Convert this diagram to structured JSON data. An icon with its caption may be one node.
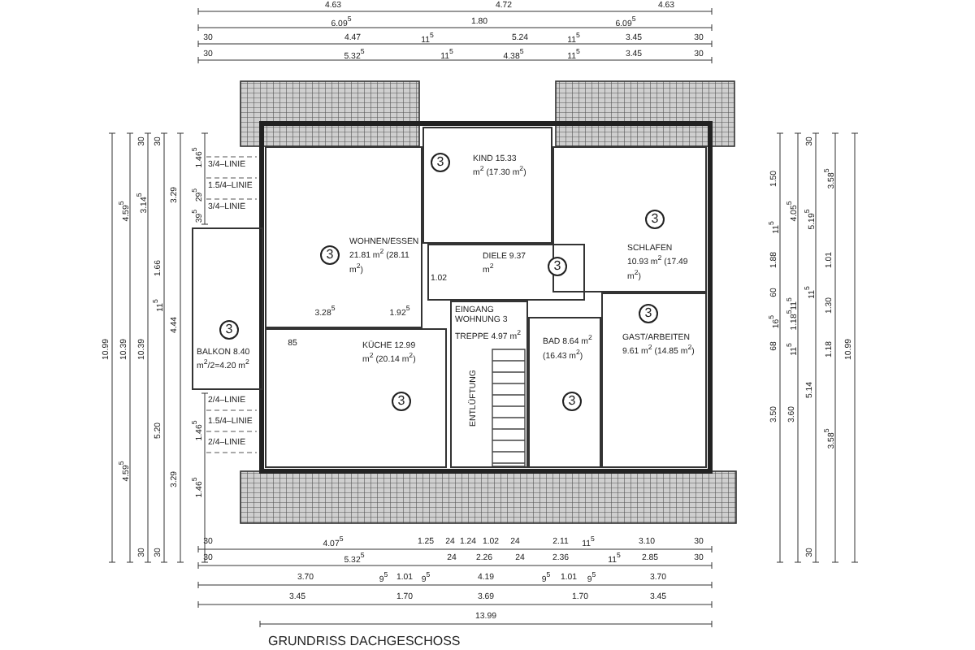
{
  "diagram": {
    "caption": "GRUNDRISS DACHGESCHOSS",
    "nodes": [
      {
        "text": [
          "KIND 15.33 m$^{2}$ (17.30 m$^{2}$)"
        ]
      },
      {
        "text": [
          "3"
        ],
        "in": 0
      },
      {
        "text": [
          "WOHNEN/ESSEN 21.81 m$^{2}$ (28.11 m$^{2}$)"
        ]
      },
      {
        "text": [
          "3"
        ],
        "in": 2
      },
      {
        "text": [
          "SCHLAFEN 10.93 m$^{2}$ (17.49 m$^{2}$)"
        ]
      },
      {
        "text": [
          "3"
        ],
        "in": 4
      },
      {
        "text": [
          "DIELE 9.37 m$^{2}$"
        ]
      },
      {
        "text": [
          "3"
        ],
        "in": 6
      },
      {
        "text": [
          "BALKON 8.40 m$^{2}$/2=4.20 m$^{2}$"
        ]
      },
      {
        "text": [
          "3"
        ],
        "in": 8
      },
      {
        "text": [
          "EINGANG WOHNUNG 3",
          "TREPPE 4.97 m$^{2}$"
        ]
      },
      {
        "text": [
          "KÜCHE 12.99 m$^{2}$ (20.14 m$^{2}$)"
        ]
      },
      {
        "text": [
          "3"
        ],
        "in": 11
      },
      {
        "text": [
          "BAD 8.64 m$^{2}$ (16.43 m$^{2}$)"
        ]
      },
      {
        "text": [
          "3"
        ],
        "in": 13
      },
      {
        "text": [
          "GAST/ARBEITEN 9.61 m$^{2}$ (14.85 m$^{2}$)"
        ]
      },
      {
        "text": [
          "3"
        ],
        "in": 15
      }
    ],
    "labels": [
      "4.63",
      "4.72",
      "4.63",
      "6.09$^{5}$",
      "1.80",
      "6.09$^{5}$",
      "30",
      "4.47",
      "11$^{5}$",
      "5.24",
      "11$^{5}$",
      "3.45",
      "30",
      "30",
      "5.32$^{5}$",
      "11$^{5}$",
      "4.38$^{5}$",
      "11$^{5}$",
      "3.45",
      "30",
      "3/4–LINIE",
      "1.5/4–LINIE",
      "3/4–LINIE",
      "1.02",
      "3.28$^{5}$",
      "1.92$^{5}$",
      "85",
      "ENTLÜFTUNG",
      "10.99",
      "4.59$^{5}$",
      "10.39",
      "4.59$^{5}$",
      "30",
      "3.14$^{5}$",
      "10.39",
      "30",
      "30",
      "1.66",
      "11$^{5}$",
      "5.20",
      "30",
      "3.29",
      "4.44",
      "3.29",
      "1.46$^{5}$",
      "29$^{5}$",
      "39$^{5}$",
      "1.46$^{5}$",
      "1.46$^{5}$",
      "1.50",
      "11$^{5}$",
      "1.88",
      "60",
      "16$^{5}$",
      "68",
      "3.50",
      "4.05$^{5}$",
      "11$^{5}$",
      "1.18$^{5}$",
      "11$^{5}$",
      "3.60",
      "30",
      "5.19$^{5}$",
      "11$^{5}$",
      "5.14",
      "30",
      "3.58$^{5}$",
      "1.01",
      "1.30",
      "1.18",
      "3.58$^{5}$",
      "10.99",
      "2/4–LINIE",
      "1.5/4–LINIE",
      "2/4–LINIE",
      "30",
      "4.07$^{5}$",
      "1.25",
      "24",
      "1.24",
      "1.02",
      "24",
      "2.11",
      "11$^{5}$",
      "3.10",
      "30",
      "30",
      "5.32$^{5}$",
      "24",
      "2.26",
      "24",
      "2.36",
      "11$^{5}$",
      "2.85",
      "30",
      "3.70",
      "9$^{5}$",
      "1.01",
      "9$^{5}$",
      "4.19",
      "9$^{5}$",
      "1.01",
      "9$^{5}$",
      "3.70",
      "3.45",
      "1.70",
      "3.69",
      "1.70",
      "3.45",
      "13.99"
    ]
  }
}
